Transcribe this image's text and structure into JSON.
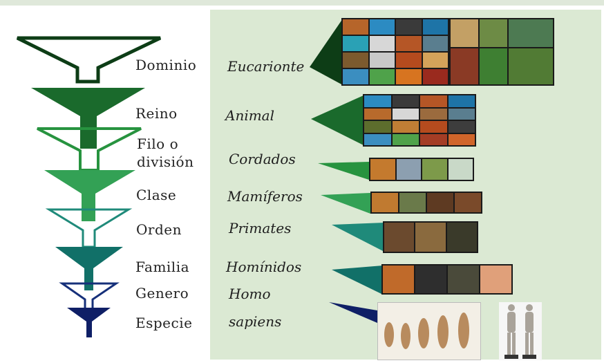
{
  "ranks": {
    "dominio": "Dominio",
    "reino": "Reino",
    "filo_line1": "Filo o",
    "filo_line2": "división",
    "clase": "Clase",
    "orden": "Orden",
    "familia": "Familia",
    "genero": "Genero",
    "especie": "Especie"
  },
  "taxa": {
    "dominio": "Eucarionte",
    "reino": "Animal",
    "filo": "Cordados",
    "clase": "Mamíferos",
    "orden": "Primates",
    "familia": "Homínidos",
    "genero": "Homo",
    "especie": "sapiens"
  },
  "colors": {
    "funnel_1": "#0d3d16",
    "funnel_2": "#1a6a2c",
    "funnel_3": "#27933f",
    "funnel_4": "#33a155",
    "funnel_5": "#1f8a7a",
    "funnel_6": "#117068",
    "funnel_7": "#16307a",
    "funnel_8": "#0f1f66",
    "panel_bg": "#dbe9d3"
  },
  "images": {
    "dominio": "eukaryote-organisms-collage",
    "reino": "animal-kingdom-collage",
    "filo": "chordates-row",
    "clase": "mammals-row",
    "orden": "primates-row",
    "familia": "hominids-row",
    "especie": "human-evolution-and-anatomy"
  }
}
